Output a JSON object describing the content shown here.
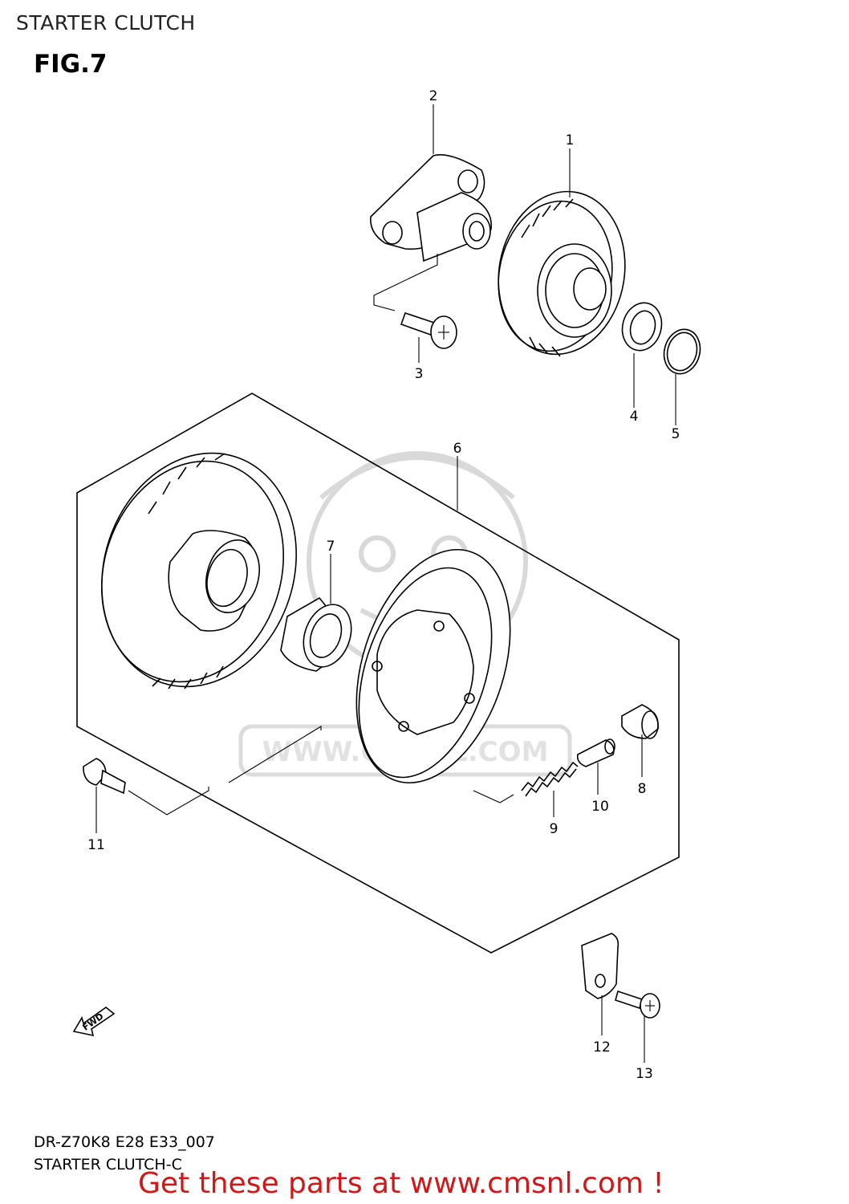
{
  "header": {
    "title": "STARTER CLUTCH",
    "figure": "FIG.7"
  },
  "footer": {
    "diagram_code": "DR-Z70K8 E28 E33_007",
    "caption": "STARTER CLUTCH-C",
    "cta": "Get these parts at www.cmsnl.com !"
  },
  "direction_marker": "FWD",
  "watermark": "WWW.CMSNL.COM",
  "callouts": [
    {
      "id": "1",
      "text": "1"
    },
    {
      "id": "2",
      "text": "2"
    },
    {
      "id": "3",
      "text": "3"
    },
    {
      "id": "4",
      "text": "4"
    },
    {
      "id": "5",
      "text": "5"
    },
    {
      "id": "6",
      "text": "6"
    },
    {
      "id": "7",
      "text": "7"
    },
    {
      "id": "8",
      "text": "8"
    },
    {
      "id": "9",
      "text": "9"
    },
    {
      "id": "10",
      "text": "10"
    },
    {
      "id": "11",
      "text": "11"
    },
    {
      "id": "12",
      "text": "12"
    },
    {
      "id": "13",
      "text": "13"
    }
  ]
}
